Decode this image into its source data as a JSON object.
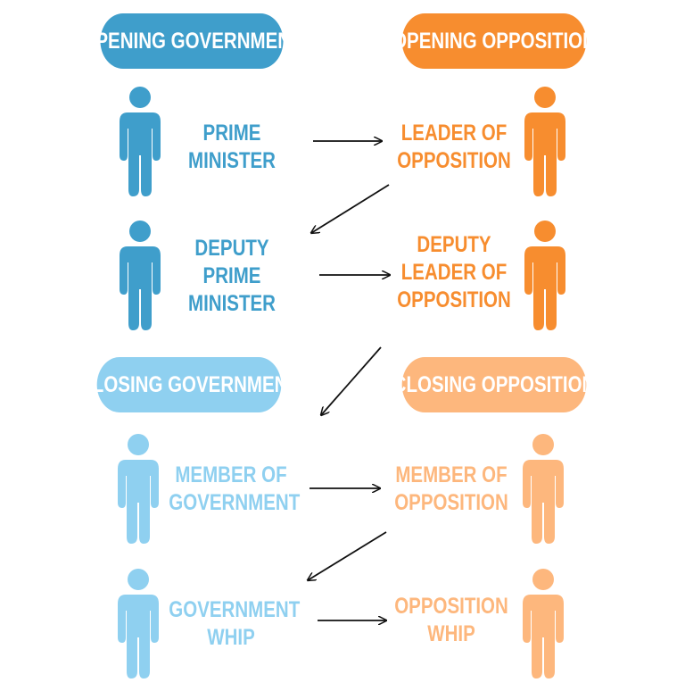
{
  "colors": {
    "opening_government": "#3f9ecb",
    "opening_opposition": "#f78d2f",
    "closing_government": "#8fd0f0",
    "closing_opposition": "#fdb77d",
    "arrow": "#111111"
  },
  "headers": {
    "opening_government": "OPENING GOVERNMENT",
    "opening_opposition": "OPENING OPPOSITION",
    "closing_government": "CLOSING GOVERNMENT",
    "closing_opposition": "CLOSING OPPOSITION"
  },
  "roles": {
    "prime_minister": [
      "PRIME",
      "MINISTER"
    ],
    "leader_of_opposition": [
      "LEADER OF",
      "OPPOSITION"
    ],
    "deputy_prime_minister": [
      "DEPUTY",
      "PRIME",
      "MINISTER"
    ],
    "deputy_leader_of_opposition": [
      "DEPUTY",
      "LEADER OF",
      "OPPOSITION"
    ],
    "member_of_government": [
      "MEMBER OF",
      "GOVERNMENT"
    ],
    "member_of_opposition": [
      "MEMBER OF",
      "OPPOSITION"
    ],
    "government_whip": [
      "GOVERNMENT",
      "WHIP"
    ],
    "opposition_whip": [
      "OPPOSITION",
      "WHIP"
    ]
  },
  "icons": {
    "person": "person-icon"
  }
}
